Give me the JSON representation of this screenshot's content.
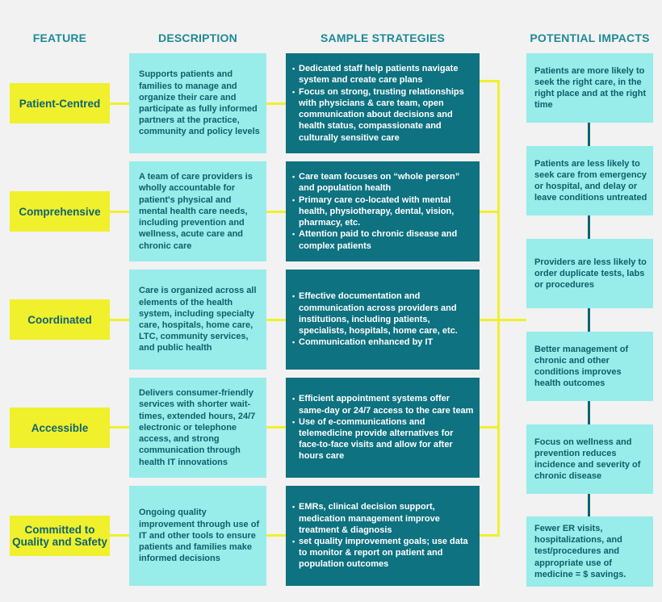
{
  "headers": {
    "feature": "FEATURE",
    "description": "DESCRIPTION",
    "strategies": "SAMPLE STRATEGIES",
    "impacts": "POTENTIAL IMPACTS"
  },
  "rows": [
    {
      "feature": "Patient-Centred",
      "description": "Supports patients and families to manage and organize their care and participate as fully informed partners at the practice, community and policy levels",
      "strategies": [
        "Dedicated staff help patients navigate system and create care plans",
        "Focus on strong, trusting relationships with physicians & care team, open communication about decisions and health status, compassionate and culturally sensitive care"
      ]
    },
    {
      "feature": "Comprehensive",
      "description": "A team of care providers is wholly accountable for patient's physical and mental health care needs, including prevention and wellness, acute care and chronic care",
      "strategies": [
        "Care team focuses on “whole person” and population health",
        "Primary care co-located with mental health, physiotherapy, dental, vision, pharmacy, etc.",
        "Attention paid to chronic disease and complex patients"
      ]
    },
    {
      "feature": "Coordinated",
      "description": "Care is organized across all elements of the health system, including specialty care, hospitals, home care, LTC, community services, and public health",
      "strategies": [
        "Effective documentation and communication across providers and institutions, including patients, specialists, hospitals, home care, etc.",
        "Communication enhanced by IT"
      ]
    },
    {
      "feature": "Accessible",
      "description": "Delivers consumer-friendly services with shorter wait-times, extended hours, 24/7 electronic or telephone access, and strong communication through health IT innovations",
      "strategies": [
        "Efficient appointment systems offer same-day or 24/7 access to the care team",
        "Use of e-communications and telemedicine provide alternatives for face-to-face visits and allow for after hours care"
      ]
    },
    {
      "feature": "Committed to Quality and Safety",
      "description": "Ongoing quality improvement through use of IT and other tools to ensure patients and families make informed decisions",
      "strategies": [
        "EMRs, clinical decision support, medication management improve treatment & diagnosis",
        "set quality improvement goals; use data to monitor & report on patient and population outcomes"
      ]
    }
  ],
  "impacts": [
    "Patients are more likely to seek the right care, in the right place and at the right time",
    "Patients are less likely to seek care from emergency or hospital, and delay or leave conditions untreated",
    "Providers are less likely to order duplicate tests, labs or procedures",
    "Better management of chronic and other conditions improves health outcomes",
    "Focus on wellness and prevention reduces incidence and severity of chronic disease",
    "Fewer ER visits, hospitalizations, and test/procedures and appropriate use of medicine = $ savings."
  ],
  "colors": {
    "background": "#f2f2f2",
    "header_text": "#1d8b97",
    "feature_fill": "#f0f02c",
    "description_fill": "#98ecea",
    "strategy_fill": "#0e7280",
    "connector": "#f0f02c",
    "impact_connector": "#0f6470"
  }
}
